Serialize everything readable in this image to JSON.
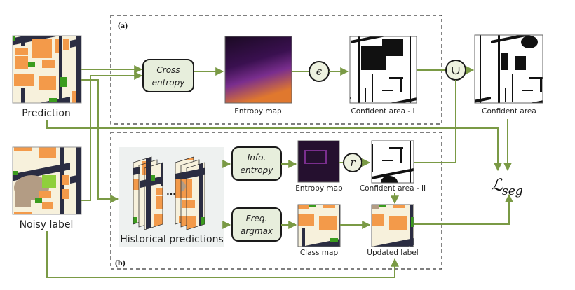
{
  "panels": {
    "a_tag": "(a)",
    "b_tag": "(b)"
  },
  "inputs": {
    "prediction": "Prediction",
    "noisy_label": "Noisy label"
  },
  "panel_a": {
    "process": [
      "Cross",
      "entropy"
    ],
    "entropy_map_label": "Entropy map",
    "operator": "ϵ",
    "confident_area_label": "Confident area - I"
  },
  "union": {
    "operator": "∪",
    "confident_area_label": "Confident area"
  },
  "panel_b": {
    "historical_label": "Historical predictions",
    "ellipsis": "...",
    "process_info": [
      "Info.",
      "entropy"
    ],
    "entropy_map_label": "Entropy map",
    "operator": "r",
    "confident_area_label": "Confident area - II",
    "process_freq": [
      "Freq.",
      "argmax"
    ],
    "class_map_label": "Class map",
    "updated_label": "Updated label"
  },
  "loss": {
    "symbol": "ℒ",
    "subscript": "seg"
  },
  "colors": {
    "flow": "#7a9a45",
    "process_fill": "#e7eedc",
    "building": "#f39a4a",
    "road": "#2b2d42",
    "background": "#f7f1dc",
    "vegetation": "#3b9c1e",
    "noisy_patch": "#b39c84"
  }
}
